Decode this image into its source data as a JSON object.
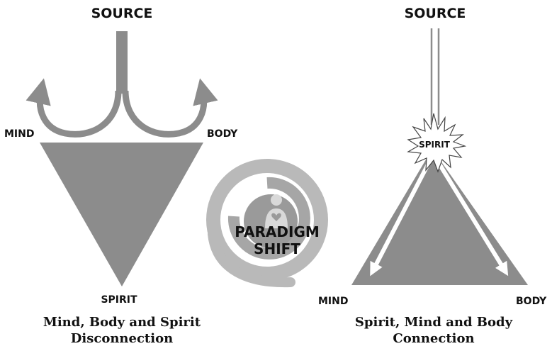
{
  "left": {
    "source": "SOURCE",
    "mind": "MIND",
    "body": "BODY",
    "spirit": "SPIRIT",
    "caption_line1": "Mind, Body and Spirit",
    "caption_line2": "Disconnection"
  },
  "center": {
    "line1": "PARADIGM",
    "line2": "SHIFT"
  },
  "right": {
    "source": "SOURCE",
    "spirit": "SPIRIT",
    "mind": "MIND",
    "body": "BODY",
    "caption_line1": "Spirit, Mind and Body",
    "caption_line2": "Connection"
  },
  "colors": {
    "shape_gray": "#8c8c8c",
    "spiral_light": "#b9b9b9",
    "text": "#111111"
  }
}
